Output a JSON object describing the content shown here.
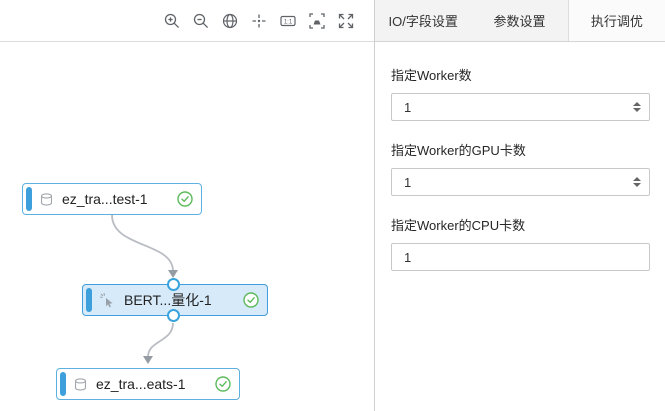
{
  "canvas": {
    "toolbar_icons": [
      "zoom-in",
      "zoom-out",
      "globe",
      "center-focus",
      "actual-size",
      "fit-view",
      "fullscreen"
    ],
    "nodes": [
      {
        "label": "ez_tra...test-1",
        "type": "dataset",
        "status": "success",
        "selected": false
      },
      {
        "label": "BERT...量化-1",
        "type": "algorithm",
        "status": "success",
        "selected": true
      },
      {
        "label": "ez_tra...eats-1",
        "type": "dataset",
        "status": "success",
        "selected": false
      }
    ]
  },
  "panel": {
    "tabs": [
      {
        "label": "IO/字段设置",
        "active": false
      },
      {
        "label": "参数设置",
        "active": false
      },
      {
        "label": "执行调优",
        "active": true
      }
    ],
    "fields": [
      {
        "label": "指定Worker数",
        "value": "1",
        "control": "stepper"
      },
      {
        "label": "指定Worker的GPU卡数",
        "value": "1",
        "control": "stepper"
      },
      {
        "label": "指定Worker的CPU卡数",
        "value": "1",
        "control": "text"
      }
    ]
  },
  "colors": {
    "accent_blue": "#3d9fdc",
    "node_selected_bg": "#d7eaf9",
    "success_green": "#5cba5c",
    "edge_gray": "#b9bdc3"
  }
}
